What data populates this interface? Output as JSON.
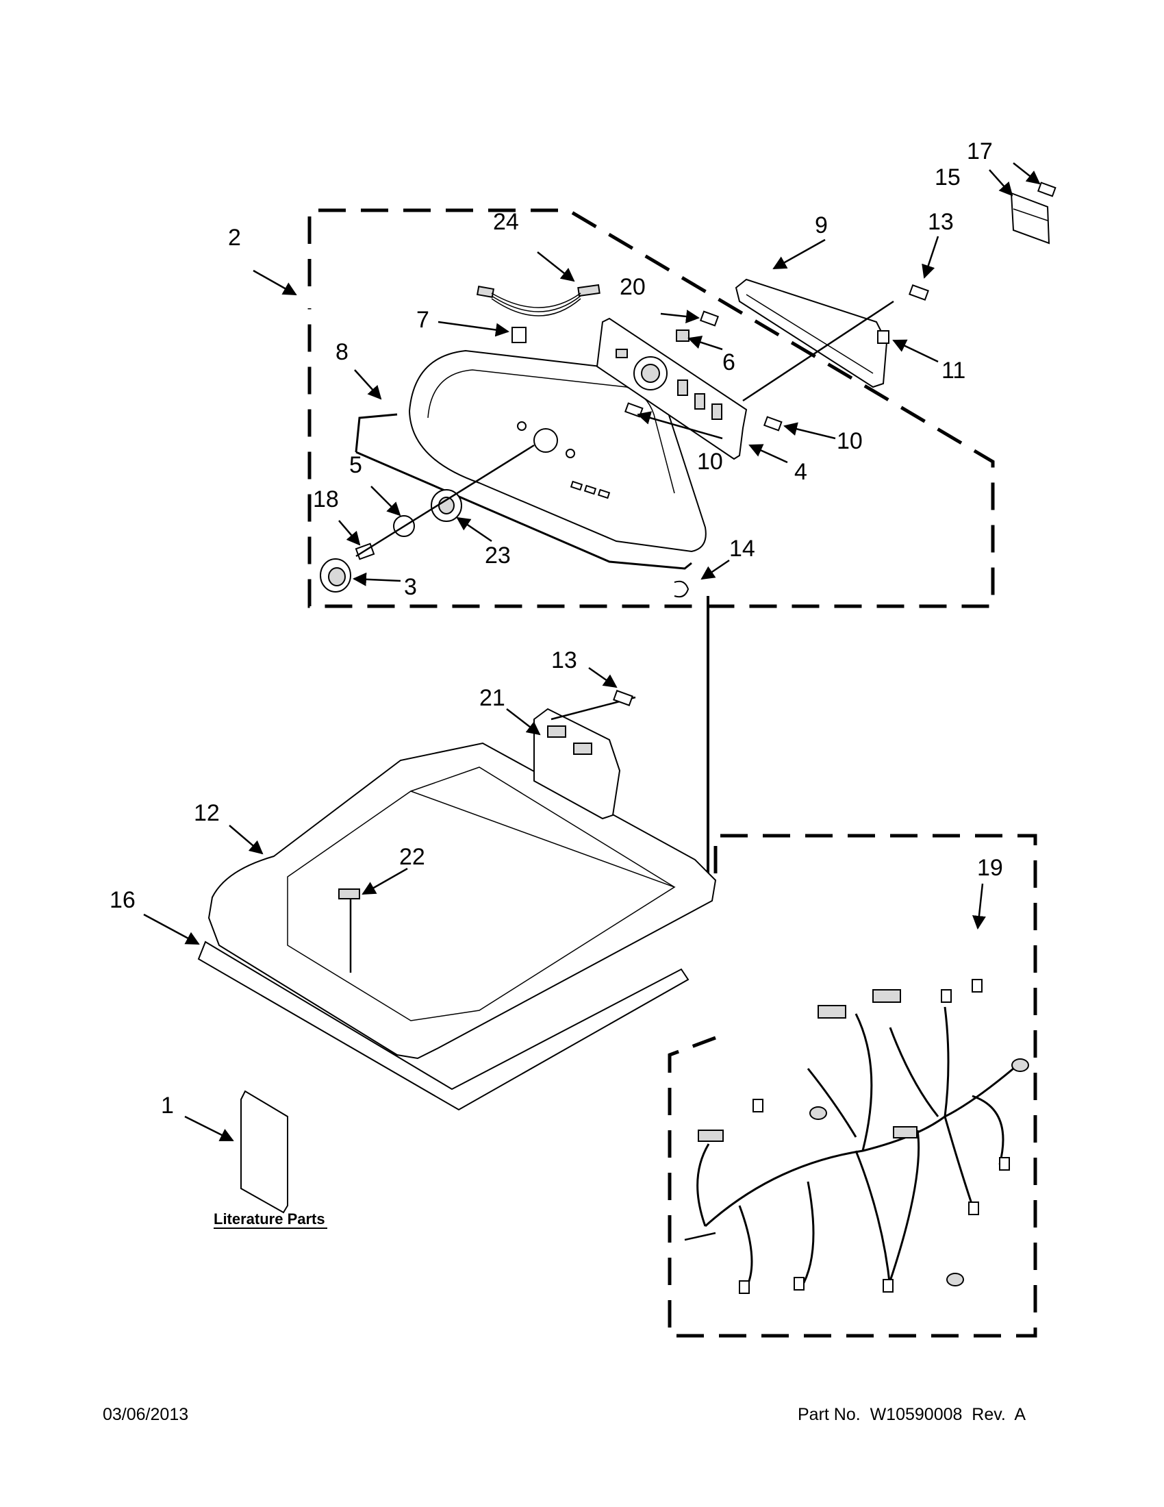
{
  "callouts": {
    "c1": "1",
    "c2": "2",
    "c3": "3",
    "c4": "4",
    "c5": "5",
    "c6": "6",
    "c7": "7",
    "c8": "8",
    "c9": "9",
    "c10a": "10",
    "c10b": "10",
    "c11": "11",
    "c12": "12",
    "c13a": "13",
    "c13b": "13",
    "c14": "14",
    "c15": "15",
    "c16": "16",
    "c17": "17",
    "c18": "18",
    "c19": "19",
    "c20": "20",
    "c21": "21",
    "c22": "22",
    "c23": "23",
    "c24": "24"
  },
  "literature_label": "Literature Parts",
  "footer": {
    "date": "03/06/2013",
    "part_no": "Part No.  W10590008  Rev.  A"
  },
  "colors": {
    "line": "#000000",
    "fill": "#ffffff",
    "shade": "#d9d9d9"
  }
}
